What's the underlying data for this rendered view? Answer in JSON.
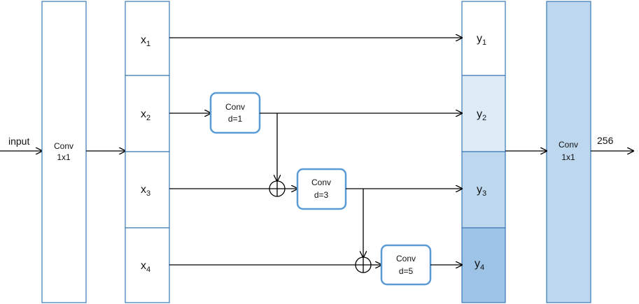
{
  "input_label": "input",
  "output_label": "256",
  "conv_in": {
    "title": "Conv",
    "param": "1x1"
  },
  "conv_out": {
    "title": "Conv",
    "param": "1x1"
  },
  "x_splits": [
    {
      "base": "x",
      "sub": "1"
    },
    {
      "base": "x",
      "sub": "2"
    },
    {
      "base": "x",
      "sub": "3"
    },
    {
      "base": "x",
      "sub": "4"
    }
  ],
  "y_splits": [
    {
      "base": "y",
      "sub": "1"
    },
    {
      "base": "y",
      "sub": "2"
    },
    {
      "base": "y",
      "sub": "3"
    },
    {
      "base": "y",
      "sub": "4"
    }
  ],
  "dilated_convs": [
    {
      "title": "Conv",
      "param": "d=1"
    },
    {
      "title": "Conv",
      "param": "d=3"
    },
    {
      "title": "Conv",
      "param": "d=5"
    }
  ],
  "colors": {
    "border": "#3a78b5",
    "conv_stroke": "#5b9bd5",
    "y1_fill": "#ffffff",
    "y2_fill": "#ddebf7",
    "y3_fill": "#bdd7ee",
    "y4_fill": "#9dc3e6",
    "conv_out_fill": "#bdd7ee"
  }
}
